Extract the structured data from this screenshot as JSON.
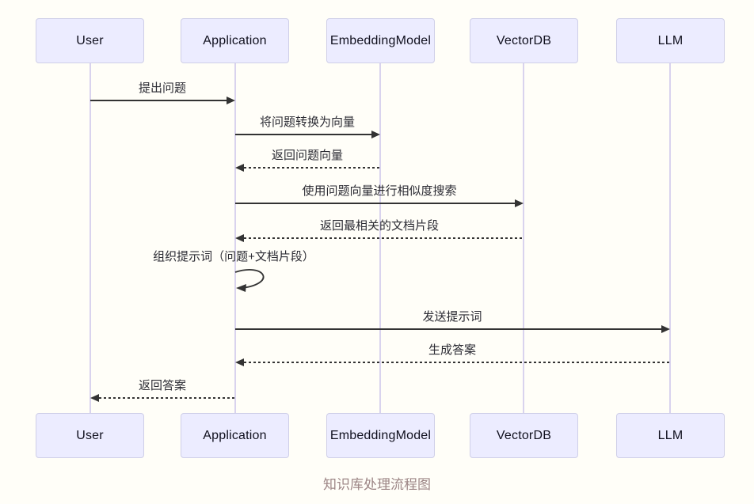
{
  "diagram": {
    "type": "sequence-diagram",
    "caption": "知识库处理流程图",
    "actors": [
      {
        "label": "User"
      },
      {
        "label": "Application"
      },
      {
        "label": "EmbeddingModel"
      },
      {
        "label": "VectorDB"
      },
      {
        "label": "LLM"
      }
    ],
    "messages": [
      {
        "from": "User",
        "to": "Application",
        "style": "solid",
        "text": "提出问题"
      },
      {
        "from": "Application",
        "to": "EmbeddingModel",
        "style": "solid",
        "text": "将问题转换为向量"
      },
      {
        "from": "EmbeddingModel",
        "to": "Application",
        "style": "dashed",
        "text": "返回问题向量"
      },
      {
        "from": "Application",
        "to": "VectorDB",
        "style": "solid",
        "text": "使用问题向量进行相似度搜索"
      },
      {
        "from": "VectorDB",
        "to": "Application",
        "style": "dashed",
        "text": "返回最相关的文档片段"
      },
      {
        "from": "Application",
        "to": "Application",
        "style": "self",
        "text": "组织提示词（问题+文档片段）"
      },
      {
        "from": "Application",
        "to": "LLM",
        "style": "solid",
        "text": "发送提示词"
      },
      {
        "from": "LLM",
        "to": "Application",
        "style": "dashed",
        "text": "生成答案"
      },
      {
        "from": "Application",
        "to": "User",
        "style": "dashed",
        "text": "返回答案"
      }
    ],
    "colors": {
      "actor_fill": "#ECECFF",
      "actor_border": "#CFCFE8",
      "lifeline": "#D9D3EE",
      "arrow": "#333333",
      "caption_text": "#9C8585",
      "background": "#FFFEF8"
    }
  }
}
